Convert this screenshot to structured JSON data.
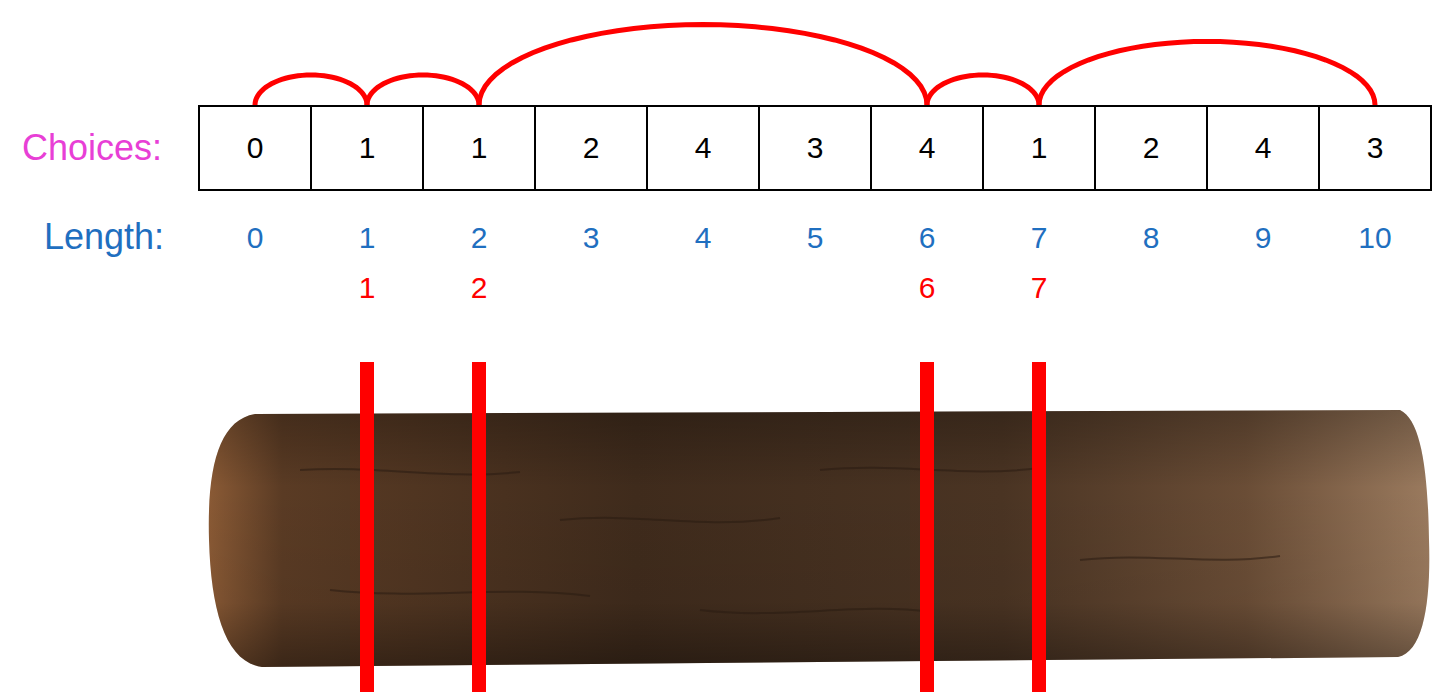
{
  "diagram": {
    "nodes": [
      {
        "text": [
          "0"
        ]
      },
      {
        "text": [
          "1"
        ]
      },
      {
        "text": [
          "1"
        ]
      },
      {
        "text": [
          "2"
        ]
      },
      {
        "text": [
          "4"
        ]
      },
      {
        "text": [
          "3"
        ]
      },
      {
        "text": [
          "4"
        ]
      },
      {
        "text": [
          "1"
        ]
      },
      {
        "text": [
          "2"
        ]
      },
      {
        "text": [
          "4"
        ]
      },
      {
        "text": [
          "3"
        ]
      }
    ],
    "edges": [
      {
        "from": 0,
        "to": 1,
        "arrow": "none"
      },
      {
        "from": 1,
        "to": 2,
        "arrow": "none"
      },
      {
        "from": 2,
        "to": 6,
        "arrow": "none"
      },
      {
        "from": 6,
        "to": 7,
        "arrow": "none"
      },
      {
        "from": 7,
        "to": 10,
        "arrow": "none"
      }
    ],
    "labels": [
      "Choices:",
      "Length:",
      "0",
      "1",
      "2",
      "3",
      "4",
      "5",
      "6",
      "7",
      "8",
      "9",
      "10",
      "1",
      "2",
      "6",
      "7"
    ]
  }
}
